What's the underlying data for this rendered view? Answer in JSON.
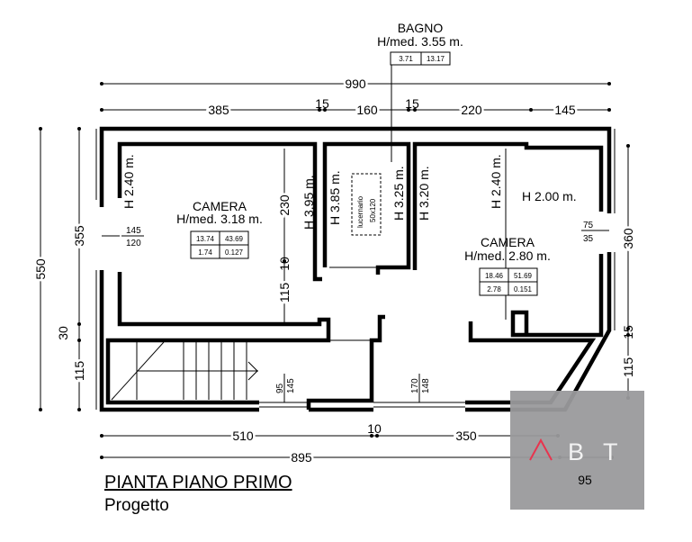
{
  "plan": {
    "title": "PIANTA PIANO PRIMO",
    "subtitle": "Progetto"
  },
  "rooms": {
    "bagno": {
      "name": "BAGNO",
      "height": "H/med. 3.55 m.",
      "values": [
        "3.71",
        "13.17"
      ]
    },
    "camera_left": {
      "name": "CAMERA",
      "height": "H/med. 3.18 m.",
      "values": [
        [
          "13.74",
          "43.69"
        ],
        [
          "1.74",
          "0.127"
        ]
      ]
    },
    "camera_right": {
      "name": "CAMERA",
      "height": "H/med. 2.80 m.",
      "values": [
        [
          "18.46",
          "51.69"
        ],
        [
          "2.78",
          "0.151"
        ]
      ]
    }
  },
  "heights": {
    "left_wall": "H 2.40 m.",
    "left_room_right": "H 3.95 m.",
    "bagno_left": "H 3.85 m.",
    "bagno_right": "H 3.25 m.",
    "right_room_left": "H 3.20 m.",
    "right_room_mid": "H 2.40 m.",
    "right_room_low": "H 2.00 m."
  },
  "skylight": {
    "label": "lucernario",
    "size": "50x120"
  },
  "dimensions": {
    "top_total": "990",
    "top": [
      "385",
      "15",
      "160",
      "15",
      "220",
      "145"
    ],
    "left_total": "550",
    "left": [
      "355",
      "30",
      "115"
    ],
    "right": [
      "360",
      "15",
      "115"
    ],
    "bottom": [
      "510",
      "10",
      "350"
    ],
    "bottom_total": "895",
    "bottom_extra": "95",
    "inner_vertical": [
      "230",
      "10",
      "115"
    ],
    "windows": {
      "left": [
        "145",
        "120"
      ],
      "right": [
        "75",
        "35"
      ],
      "bottom_left": [
        "95",
        "145"
      ],
      "bottom_mid": [
        "170",
        "148"
      ]
    }
  },
  "logo": {
    "letters": [
      "B",
      "T"
    ],
    "accent_color": "#e8344e",
    "background": "#9a9a9c"
  }
}
